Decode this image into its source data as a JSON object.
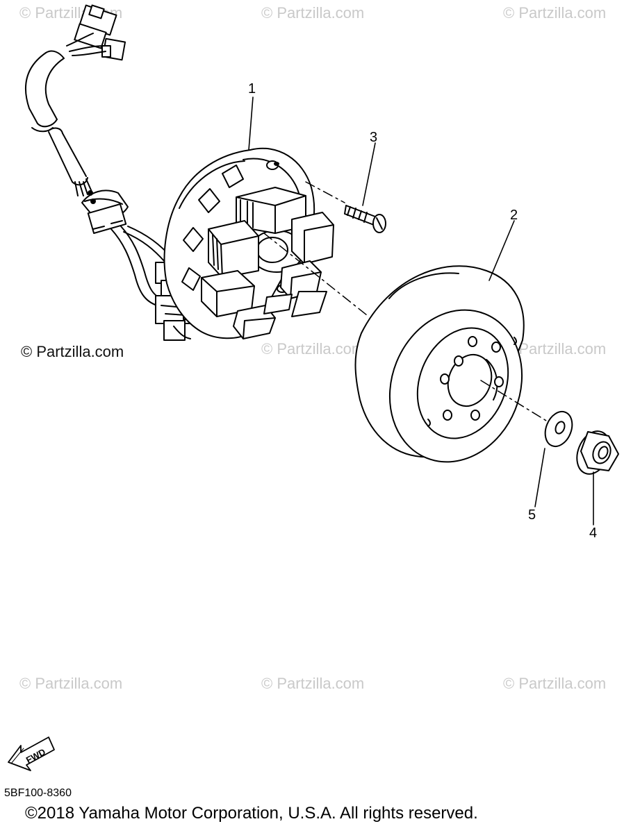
{
  "watermarks": {
    "text": "© Partzilla.com",
    "top_left": "© Partzilla.com",
    "top_center": "© Partzilla.com",
    "top_right": "© Partzilla.com",
    "mid_left": "© Partzilla.com",
    "mid_center": "© Partzilla.com",
    "mid_right": "© Partzilla.com",
    "bottom_left": "© Partzilla.com",
    "bottom_center": "© Partzilla.com",
    "bottom_right": "© Partzilla.com"
  },
  "callouts": {
    "stator": "1",
    "rotor": "2",
    "screw": "3",
    "nut": "4",
    "washer": "5"
  },
  "fwd_label": "FWD",
  "diagram_code": "5BF100-8360",
  "copyright": "©2018 Yamaha Motor Corporation, U.S.A. All rights reserved."
}
